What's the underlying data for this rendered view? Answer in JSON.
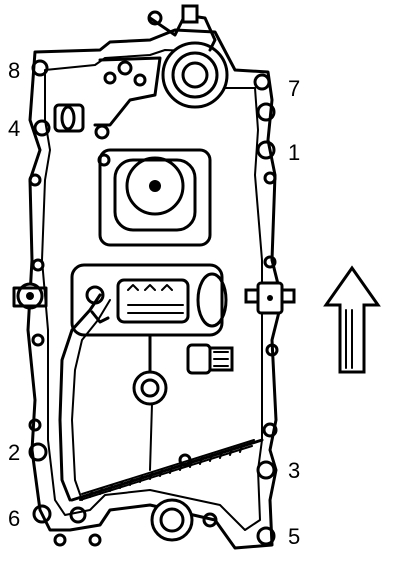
{
  "diagram": {
    "callouts": [
      "8",
      "7",
      "4",
      "1",
      "2",
      "3",
      "6",
      "5"
    ]
  }
}
